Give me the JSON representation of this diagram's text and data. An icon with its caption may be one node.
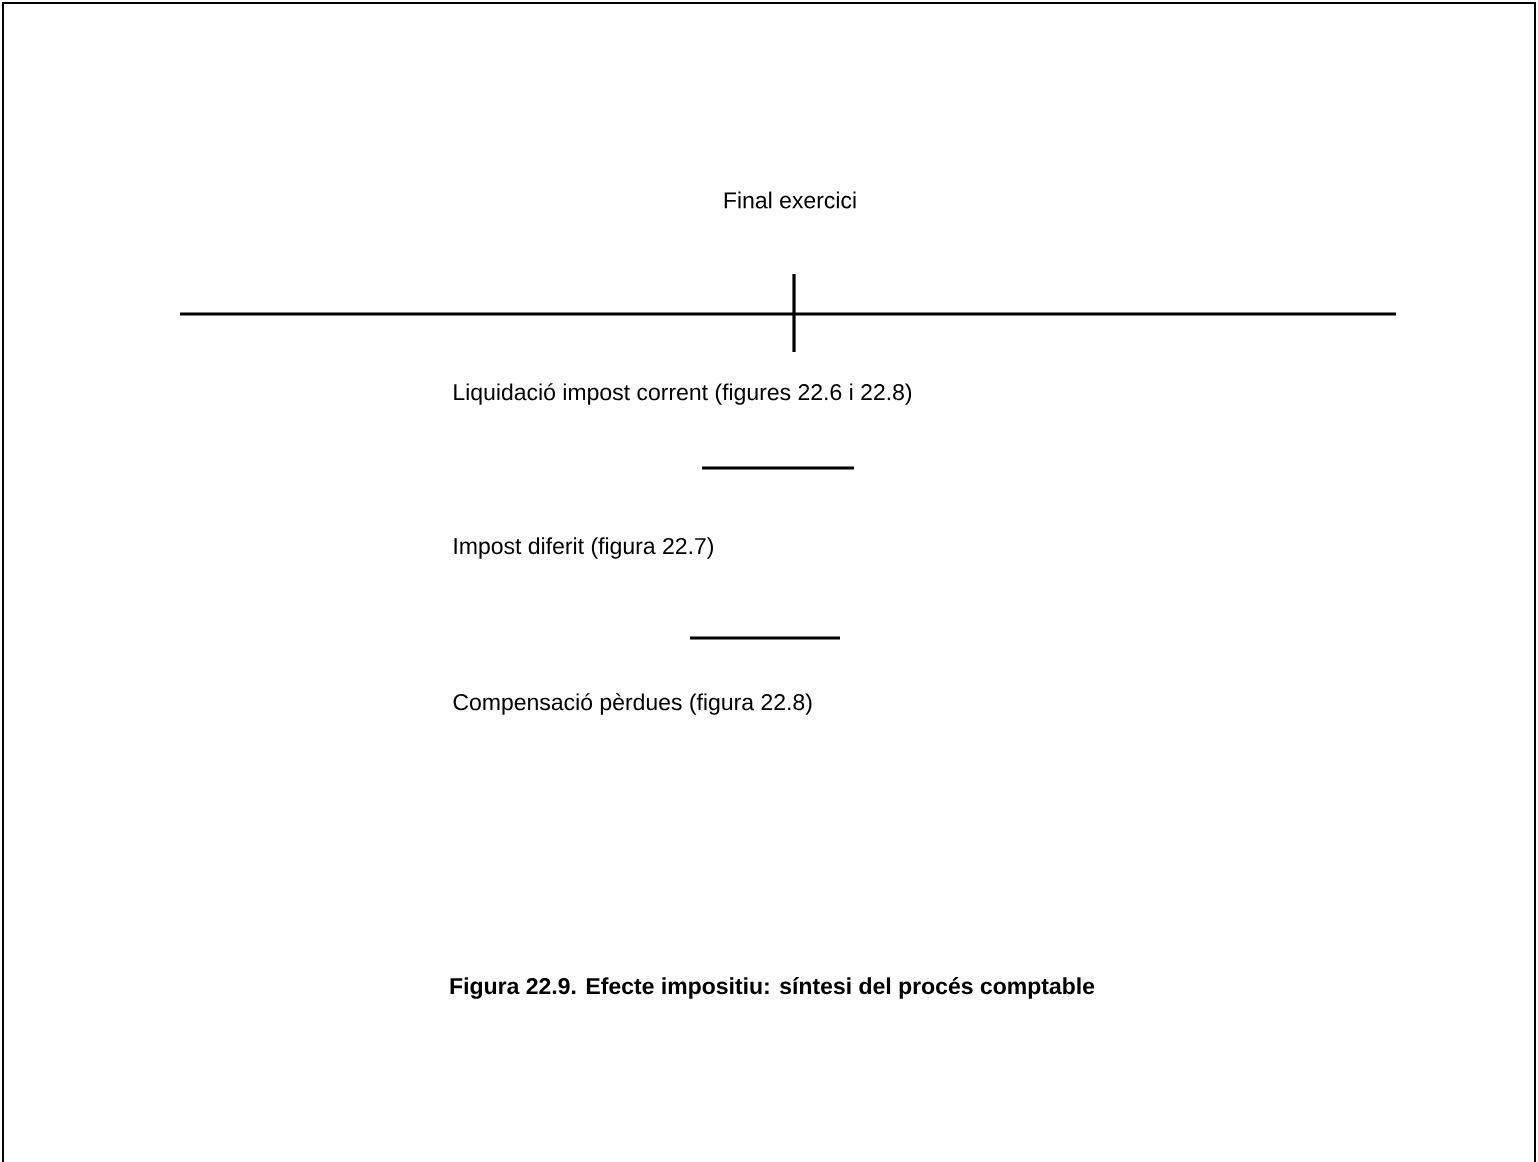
{
  "diagram": {
    "caption": "Figura 22.9. Efecte impositiu: síntesi del procés comptable",
    "labels": [
      "Final exercici",
      "Liquidació impost corrent (figures 22.6 i 22.8)",
      "Impost diferit (figura 22.7)",
      "Compensació pèrdues (figura 22.8)"
    ]
  }
}
